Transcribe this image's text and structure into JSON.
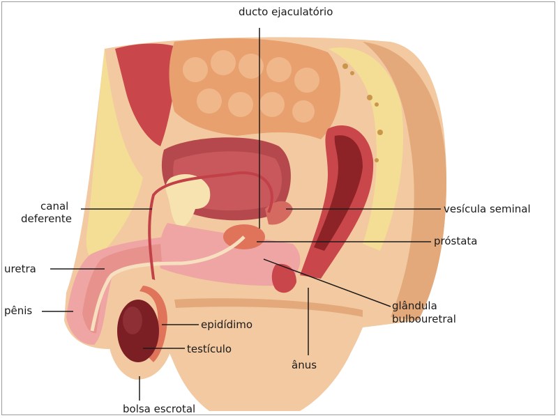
{
  "labels": {
    "ducto_ejaculatorio": "ducto ejaculatório",
    "canal_deferente_1": "canal",
    "canal_deferente_2": "deferente",
    "vesicula_seminal": "vesícula seminal",
    "prostata": "próstata",
    "uretra": "uretra",
    "penis": "pênis",
    "glandula_1": "glândula",
    "glandula_2": "bulbouretral",
    "epididimo": "epidídimo",
    "testiculo": "testículo",
    "anus": "ânus",
    "bolsa_escrotal": "bolsa escrotal"
  },
  "colors": {
    "skin": "#f2c9a0",
    "skin_dark": "#e3a97b",
    "fat": "#f4dd95",
    "muscle": "#c9464a",
    "muscle_dark": "#8e2327",
    "intestine": "#e8a06f",
    "bladder": "#b4484c",
    "pink": "#f0a5a5",
    "testis": "#7b1f25",
    "line": "#1a1a1a"
  }
}
